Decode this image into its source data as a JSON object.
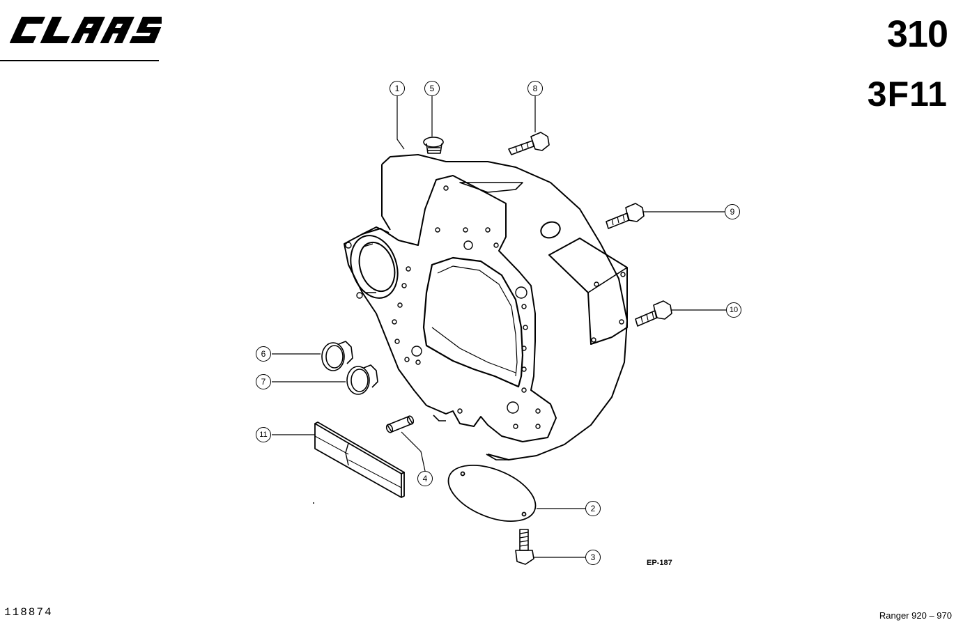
{
  "header": {
    "brand": "CLAAS",
    "page_number": "310",
    "group_number": "3F11"
  },
  "footer": {
    "document_number": "118874",
    "model_range": "Ranger 920 – 970",
    "drawing_reference": "EP-187"
  },
  "callouts": [
    {
      "id": "callout-1",
      "label": "1"
    },
    {
      "id": "callout-2",
      "label": "2"
    },
    {
      "id": "callout-3",
      "label": "3"
    },
    {
      "id": "callout-4",
      "label": "4"
    },
    {
      "id": "callout-5",
      "label": "5"
    },
    {
      "id": "callout-6",
      "label": "6"
    },
    {
      "id": "callout-7",
      "label": "7"
    },
    {
      "id": "callout-8",
      "label": "8"
    },
    {
      "id": "callout-9",
      "label": "9"
    },
    {
      "id": "callout-10",
      "label": "10"
    },
    {
      "id": "callout-11",
      "label": "11"
    }
  ],
  "colors": {
    "ink": "#000000",
    "paper": "#ffffff"
  }
}
